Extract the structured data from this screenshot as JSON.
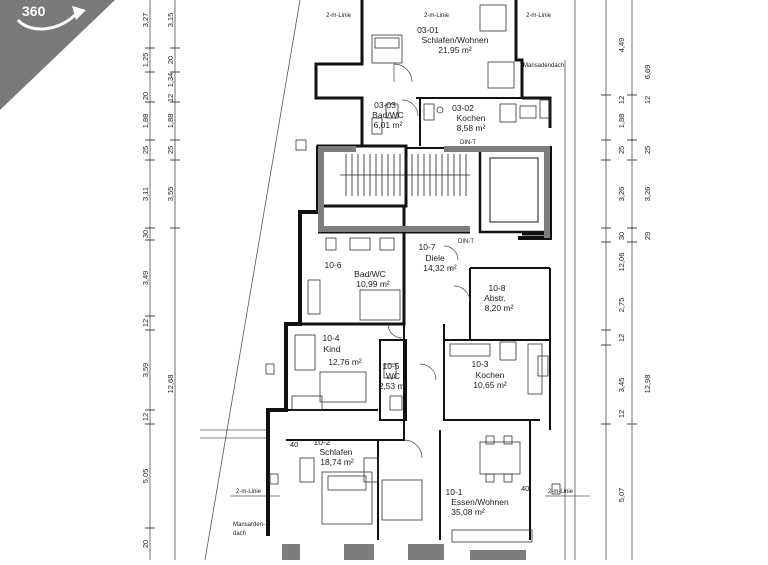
{
  "badge": {
    "label": "360",
    "color": "#7a7a7a"
  },
  "rooms": [
    {
      "number": "03-01",
      "name": "Schlafen/Wohnen",
      "area": "21,95 m²"
    },
    {
      "number": "03-03",
      "name": "Bad/WC",
      "area": "6,01 m²"
    },
    {
      "number": "03-02",
      "name": "Kochen",
      "area": "8,58 m²"
    },
    {
      "number": "10-7",
      "name": "Diele",
      "area": "14,32 m²"
    },
    {
      "number": "10-6",
      "name": "Bad/WC",
      "area": "10,99 m²"
    },
    {
      "number": "10-8",
      "name": "Abstr.",
      "area": "8,20 m²"
    },
    {
      "number": "10-4",
      "name": "Kind",
      "area": "12,76 m²"
    },
    {
      "number": "10-5",
      "name": "WC",
      "area": "2,53 m²"
    },
    {
      "number": "10-3",
      "name": "Kochen",
      "area": "10,65 m²"
    },
    {
      "number": "10-2",
      "name": "Schlafen",
      "area": "18,74 m²"
    },
    {
      "number": "10-1",
      "name": "Essen/Wohnen",
      "area": "35,08 m²"
    }
  ],
  "labels": {
    "mansard_right": "Mansadendach",
    "mansard_left_1": "Mansarden-",
    "mansard_left_2": "dach",
    "line_2m": "2-m-Linie",
    "door_1": "DIN-T",
    "door_2": "DIN-T",
    "wall_40_left": "40",
    "wall_40_right": "40"
  },
  "dims_left_outer": [
    "3,27",
    "1,25",
    "20",
    "1,88",
    "25",
    "3,11",
    "30",
    "3,49",
    "12",
    "3,59",
    "12",
    "5,05",
    "20"
  ],
  "dims_left_inner": [
    "3,15",
    "20",
    "1,34",
    "12",
    "1,88",
    "25",
    "3,55",
    "12,68"
  ],
  "dims_right_inner": [
    "4,49",
    "12",
    "1,88",
    "25",
    "3,26",
    "30",
    "2,75",
    "12",
    "3,45",
    "12",
    "5,07"
  ],
  "dims_right_outer": [
    "6,69",
    "12",
    "25",
    "3,26",
    "12,06",
    "29",
    "12,98"
  ]
}
